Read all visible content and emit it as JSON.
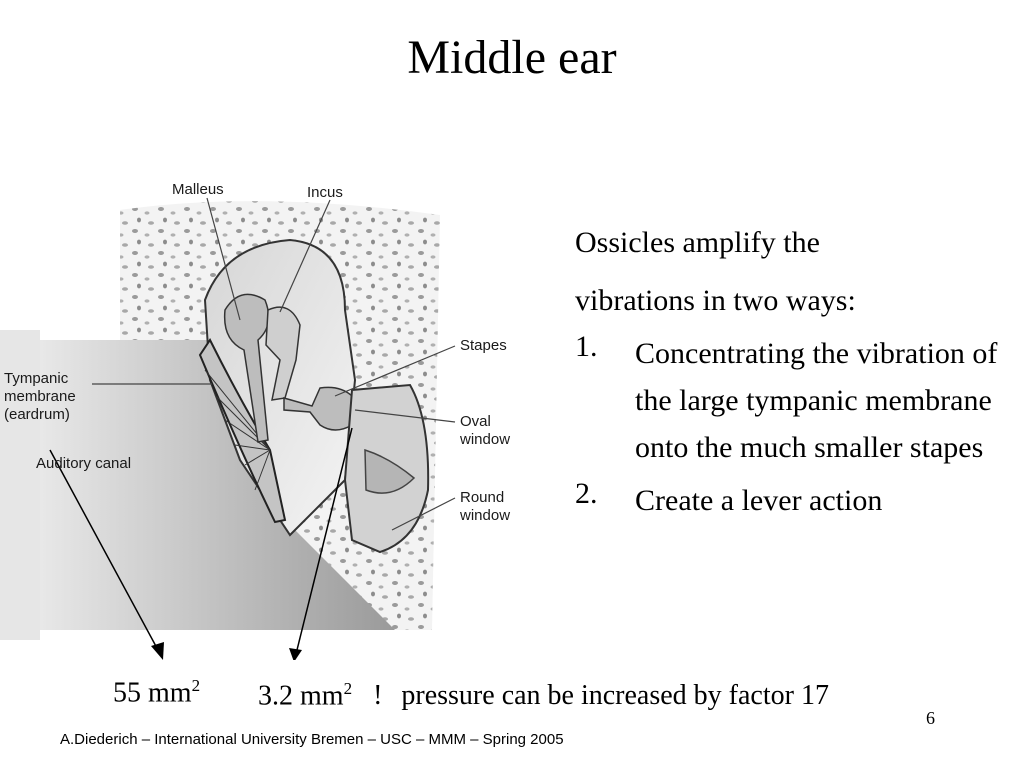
{
  "slide": {
    "title": "Middle ear",
    "page_number": "6",
    "footer": "A.Diederich – International University Bremen – USC  – MMM  – Spring 2005"
  },
  "figure": {
    "labels": {
      "malleus": "Malleus",
      "incus": "Incus",
      "stapes": "Stapes",
      "tympanic": "Tympanic\nmembrane\n(eardrum)",
      "auditory_canal": "Auditory canal",
      "oval_window": "Oval\nwindow",
      "round_window": "Round\nwindow"
    }
  },
  "text": {
    "intro_line1": "Ossicles amplify the",
    "intro_line2": "vibrations in two ways:",
    "items": [
      {
        "num": "1.",
        "text": "Concentrating the vibration of the large tympanic membrane onto the much smaller stapes"
      },
      {
        "num": "2.",
        "text": "Create a lever action"
      }
    ]
  },
  "areas": {
    "large_value": "55 mm",
    "small_value": "3.2 mm",
    "exponent": "2",
    "arrow_symbol": "!",
    "conclusion": "pressure can be increased by factor 17"
  }
}
